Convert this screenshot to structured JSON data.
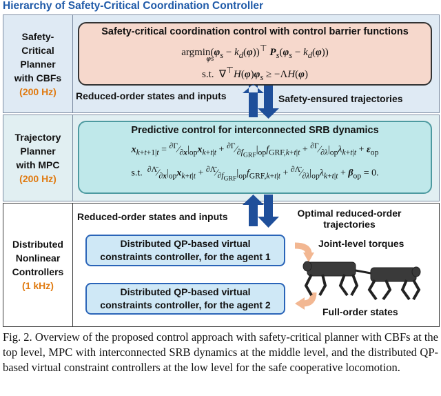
{
  "title": "Hierarchy of Safety-Critical Coordination Controller",
  "levels": [
    {
      "side_lines": [
        "Safety-",
        "Critical",
        "Planner",
        "with CBFs"
      ],
      "rate": "(200 Hz)",
      "box_title": "Safety-critical coordination control with control barrier functions",
      "eq1": "argmin(φs − kd(φ))⊤ Ps(φs − kd(φ))",
      "eq1_sub": "φs",
      "eq2": "s.t.  ∇⊤H(φ)φs ≥ −ΛH(φ)"
    },
    {
      "side_lines": [
        "Trajectory",
        "Planner",
        "with MPC"
      ],
      "rate": "(200 Hz)",
      "box_title": "Predictive control for interconnected SRB dynamics",
      "eq1": "xk+t+1|t = ∂Γ/∂x|op xk+t|t + ∂Γ/∂fGRF|op fGRF,k+t|t + ∂Γ/∂λ|op λk+t|t + εop",
      "eq2": "s.t.  ∂Λ̈/∂x|op xk+t|t + ∂Λ̈/∂fGRF|op fGRF,k+t|t + ∂Λ̈/∂λ|op λk+t|t + βop = 0."
    },
    {
      "side_lines": [
        "Distributed",
        "Nonlinear",
        "Controllers"
      ],
      "rate": "(1 kHz)",
      "qp1": [
        "Distributed QP-based virtual",
        "constraints controller, for the agent 1"
      ],
      "qp2": [
        "Distributed QP-based virtual",
        "constraints controller, for the agent 2"
      ],
      "joint_label": "Joint-level torques",
      "state_label": "Full-order states"
    }
  ],
  "links": {
    "up1": "Reduced-order states and inputs",
    "down1": "Safety-ensured trajectories",
    "up2": "Reduced-order states and inputs",
    "down2": [
      "Optimal reduced-order",
      "trajectories"
    ]
  },
  "caption": "Fig. 2.   Overview of the proposed control approach with safety-critical planner with CBFs at the top level, MPC with interconnected SRB dynamics at the middle level, and the distributed QP-based virtual constraint controllers at the low level for the safe cooperative locomotion.",
  "colors": {
    "title": "#1f5aa8",
    "rate": "#e07a10",
    "arrow": "#1f4f9a",
    "qp_arrow": "#f2b792"
  }
}
